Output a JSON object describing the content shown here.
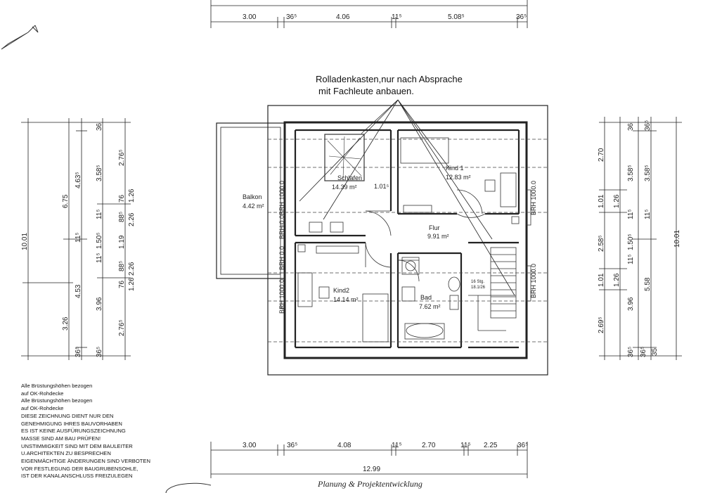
{
  "dimensions": {
    "top": [
      "3.00",
      "36⁵",
      "4.06",
      "11⁵",
      "5.08⁵",
      "36⁵"
    ],
    "bottom": [
      "3.00",
      "36⁵",
      "4.08",
      "11⁵",
      "2.70",
      "11⁵",
      "2.25",
      "36⁵"
    ],
    "bottom_total": "12.99",
    "left_outer": "10.01",
    "left_col1": [
      "6.75",
      "3.26"
    ],
    "left_col2": [
      "4.63⁵",
      "11⁵",
      "4.53",
      "36⁵"
    ],
    "left_col3": [
      "36",
      "3.58⁵",
      "11⁵",
      "1.50⁵",
      "11⁵",
      "3.96",
      "36⁵"
    ],
    "left_col4": [
      "2.76⁵",
      "76",
      "88⁵",
      "1.19",
      "88⁵",
      "76",
      "2.76⁵"
    ],
    "left_col5": [
      "1.26",
      "2.26",
      "2.26",
      "1.26"
    ],
    "right_col1": [
      "2.70",
      "1.01",
      "2.58⁵",
      "1.01",
      "2.69⁵",
      "36⁵"
    ],
    "right_col2": [
      "36",
      "3.58⁵",
      "1.26",
      "11⁵",
      "1.50⁵",
      "11⁵",
      "1.26",
      "3.96",
      "36⁵"
    ],
    "right_col3": [
      "36⁵",
      "3.58⁵",
      "11⁵",
      "5.58",
      "35"
    ],
    "right_outer": "10.01"
  },
  "rooms": {
    "balkon": {
      "name": "Balkon",
      "area": "4.42 m²"
    },
    "schlafen": {
      "name": "Schlafen",
      "area": "14.39 m²"
    },
    "kind1": {
      "name": "Kind 1",
      "area": "12.83 m²"
    },
    "flur": {
      "name": "Flur",
      "area": "9.91 m²"
    },
    "kind2": {
      "name": "Kind2",
      "area": "14.14 m²"
    },
    "bad": {
      "name": "Bad",
      "area": "7.62 m²"
    }
  },
  "stairs": {
    "label_1": "16 Stg.",
    "label_2": "18.1/26"
  },
  "inner_dim": "1.01⁵",
  "brh": {
    "left_upper": "BRH 0.0BRH 1000.0",
    "left_mid": "BRH 0.0",
    "left_lower": "BRH 1000.0",
    "right_upper": "BRH 1000.0",
    "right_lower": "BRH 1000.0"
  },
  "callout": {
    "line1": "Rolladenkasten,nur nach Absprache",
    "line2": "mit Fachleute anbauen."
  },
  "notes": [
    "Alle Brüstungshöhen bezogen",
    "auf OK-Rohdecke",
    "Alle Brüstungshöhen bezogen",
    "auf OK-Rohdecke",
    "DIESE ZEICHNUNG DIENT NUR DEN",
    "GENEHMIGUNG IHRES BAUVORHABEN",
    "ES IST KEINE AUSFÜRUNGSZEICHNUNG",
    "MASSE SIND AM BAU PRÜFEN!",
    "UNSTIMMIGKEIT SIND MIT DEM BAULEITER",
    "U.ARCHITEKTEN ZU BESPRECHEN",
    "EIGENMÄCHTIGE ÄNDERUNGEN SIND VERBOTEN",
    "VOR FESTLEGUNG DER BAUGRUBENSOHLE,",
    "IST DER KANALANSCHLUSS FREIZULEGEN"
  ],
  "company": "Planung & Projektentwicklung"
}
